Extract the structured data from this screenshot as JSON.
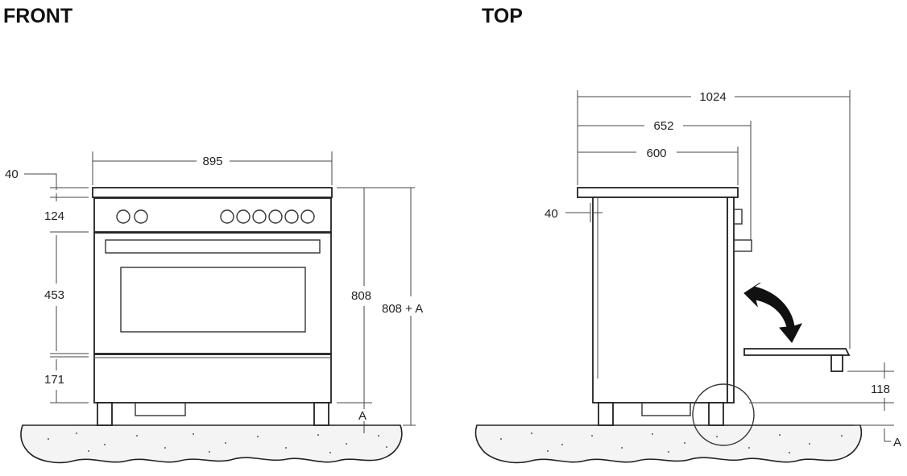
{
  "front": {
    "title": "FRONT",
    "dims": {
      "width": "895",
      "top_offset": "40",
      "panel_height": "124",
      "oven_height": "453",
      "drawer_height": "171",
      "total_height": "808",
      "total_plus_a": "808 + A",
      "feet": "A"
    }
  },
  "top": {
    "title": "TOP",
    "dims": {
      "total_depth": "1024",
      "depth_handles": "652",
      "body_depth": "600",
      "back_offset": "40",
      "door_clearance": "118",
      "feet": "A"
    }
  },
  "colors": {
    "line": "#222222",
    "ground_fill": "#f4f4f4"
  }
}
